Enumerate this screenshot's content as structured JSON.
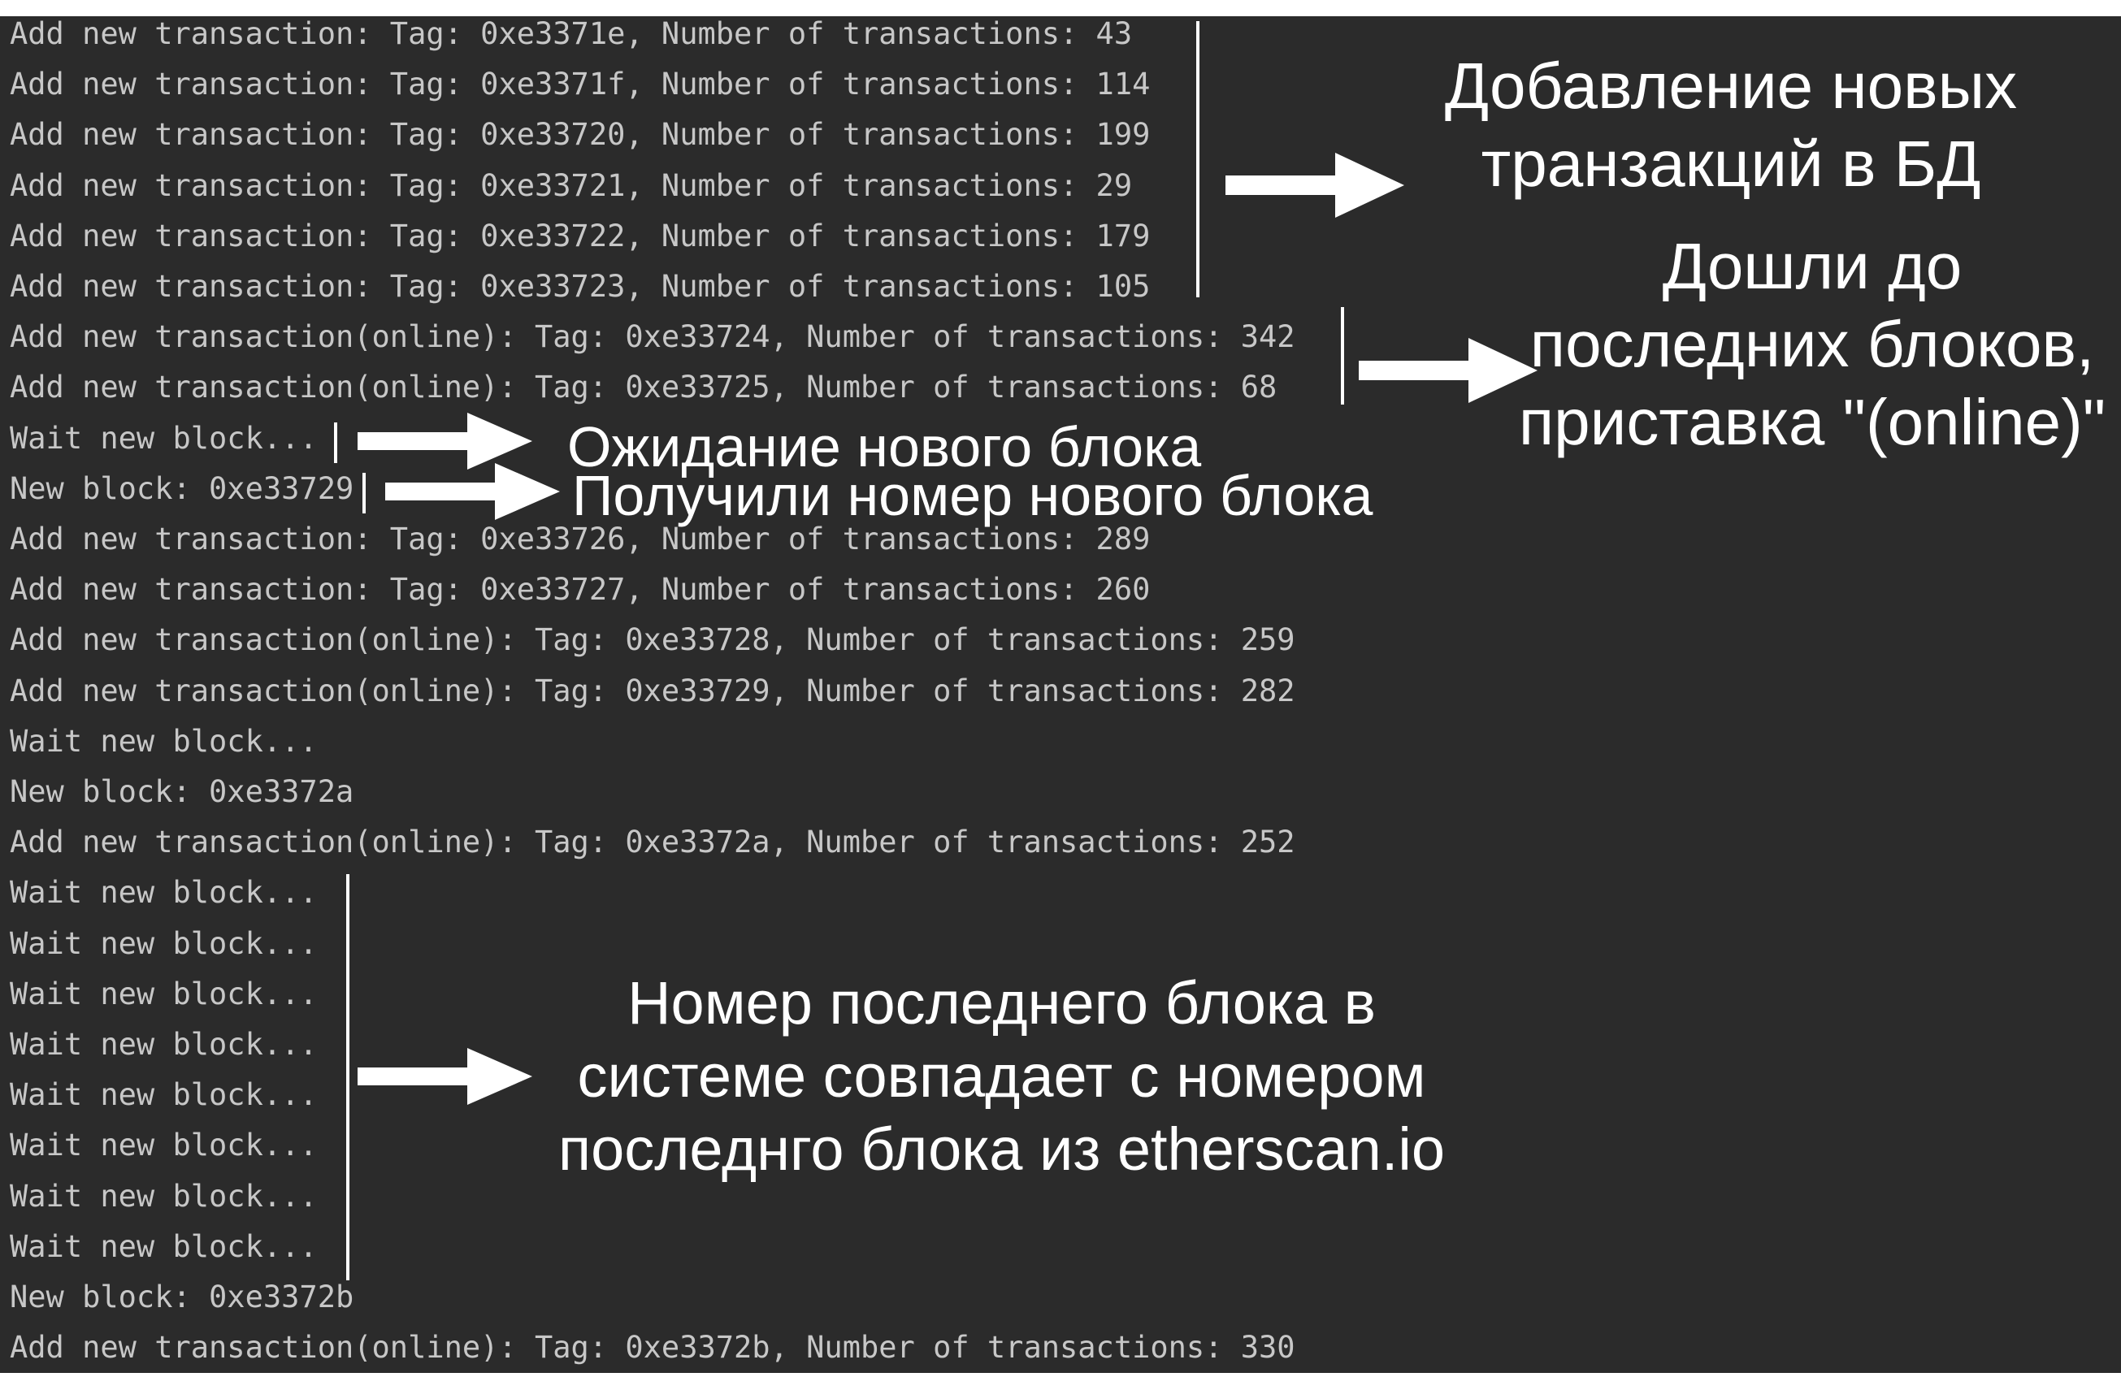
{
  "console": {
    "lines": [
      "Add new transaction: Tag: 0xe3371e, Number of transactions: 43",
      "Add new transaction: Tag: 0xe3371f, Number of transactions: 114",
      "Add new transaction: Tag: 0xe33720, Number of transactions: 199",
      "Add new transaction: Tag: 0xe33721, Number of transactions: 29",
      "Add new transaction: Tag: 0xe33722, Number of transactions: 179",
      "Add new transaction: Tag: 0xe33723, Number of transactions: 105",
      "Add new transaction(online): Tag: 0xe33724, Number of transactions: 342",
      "Add new transaction(online): Tag: 0xe33725, Number of transactions: 68",
      "Wait new block...",
      "New block: 0xe33729",
      "Add new transaction: Tag: 0xe33726, Number of transactions: 289",
      "Add new transaction: Tag: 0xe33727, Number of transactions: 260",
      "Add new transaction(online): Tag: 0xe33728, Number of transactions: 259",
      "Add new transaction(online): Tag: 0xe33729, Number of transactions: 282",
      "Wait new block...",
      "New block: 0xe3372a",
      "Add new transaction(online): Tag: 0xe3372a, Number of transactions: 252",
      "Wait new block...",
      "Wait new block...",
      "Wait new block...",
      "Wait new block...",
      "Wait new block...",
      "Wait new block...",
      "Wait new block...",
      "Wait new block...",
      "New block: 0xe3372b",
      "Add new transaction(online): Tag: 0xe3372b, Number of transactions: 330"
    ]
  },
  "annotations": {
    "add_to_db": {
      "line1": "Добавление новых",
      "line2": "транзакций в БД"
    },
    "online": {
      "line1": "Дошли до",
      "line2": "последних блоков,",
      "line3": "приставка \"(online)\""
    },
    "waiting": "Ожидание нового блока",
    "got_block": "Получили номер нового блока",
    "last_block": {
      "line1": "Номер последнего блока в",
      "line2": "системе совпадает с номером",
      "line3": "последнго блока из etherscan.io"
    }
  },
  "colors": {
    "background": "#2b2b2b",
    "console_text": "#c7c7c7",
    "annotation": "#ffffff"
  }
}
